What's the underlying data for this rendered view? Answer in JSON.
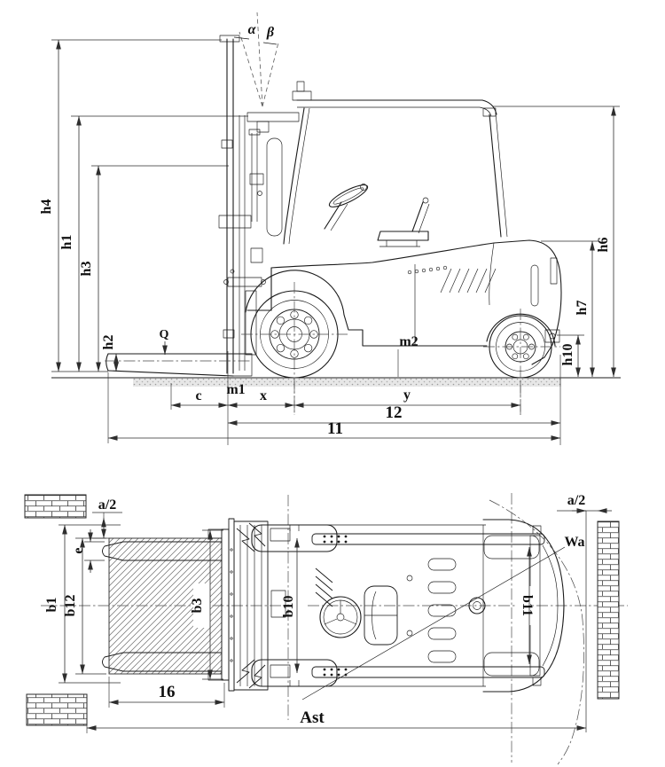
{
  "drawing": {
    "type": "forklift dimensional diagram, side elevation and plan view"
  },
  "labels": {
    "alpha": "α",
    "beta": "β",
    "h1": "h1",
    "h2": "h2",
    "h3": "h3",
    "h4": "h4",
    "h6": "h6",
    "h7": "h7",
    "h10": "h10",
    "q": "Q",
    "m1": "m1",
    "m2": "m2",
    "c": "c",
    "x": "x",
    "y": "y",
    "l1": "11",
    "l2": "12",
    "a2": "a/2",
    "e": "e",
    "b1": "b1",
    "b12": "b12",
    "b3": "b3",
    "b10": "b10",
    "b11": "b11",
    "l6": "16",
    "wa": "Wa",
    "ast": "Ast"
  },
  "colors": {
    "line": "#1b1b1b",
    "dimension": "#2e2e2e",
    "ground_fill": "#e7e7e7",
    "background": "#ffffff"
  }
}
